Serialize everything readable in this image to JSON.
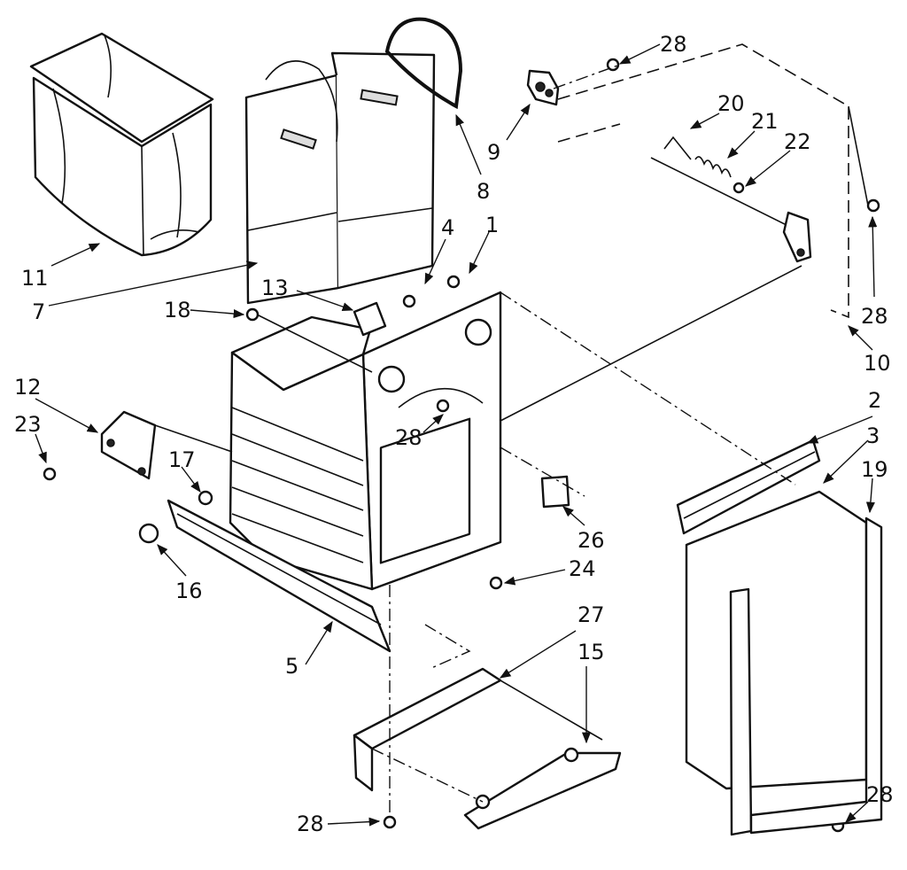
{
  "callouts": [
    {
      "id": "c11",
      "text": "11"
    },
    {
      "id": "c7",
      "text": "7"
    },
    {
      "id": "c8",
      "text": "8"
    },
    {
      "id": "c9",
      "text": "9"
    },
    {
      "id": "c28a",
      "text": "28"
    },
    {
      "id": "c20",
      "text": "20"
    },
    {
      "id": "c21",
      "text": "21"
    },
    {
      "id": "c22",
      "text": "22"
    },
    {
      "id": "c28b",
      "text": "28"
    },
    {
      "id": "c10",
      "text": "10"
    },
    {
      "id": "c4",
      "text": "4"
    },
    {
      "id": "c1",
      "text": "1"
    },
    {
      "id": "c13",
      "text": "13"
    },
    {
      "id": "c18",
      "text": "18"
    },
    {
      "id": "c12",
      "text": "12"
    },
    {
      "id": "c23",
      "text": "23"
    },
    {
      "id": "c17",
      "text": "17"
    },
    {
      "id": "c28c",
      "text": "28"
    },
    {
      "id": "c16",
      "text": "16"
    },
    {
      "id": "c26",
      "text": "26"
    },
    {
      "id": "c24",
      "text": "24"
    },
    {
      "id": "c2",
      "text": "2"
    },
    {
      "id": "c3",
      "text": "3"
    },
    {
      "id": "c19",
      "text": "19"
    },
    {
      "id": "c5",
      "text": "5"
    },
    {
      "id": "c27",
      "text": "27"
    },
    {
      "id": "c15",
      "text": "15"
    },
    {
      "id": "c28d",
      "text": "28"
    },
    {
      "id": "c28e",
      "text": "28"
    }
  ]
}
